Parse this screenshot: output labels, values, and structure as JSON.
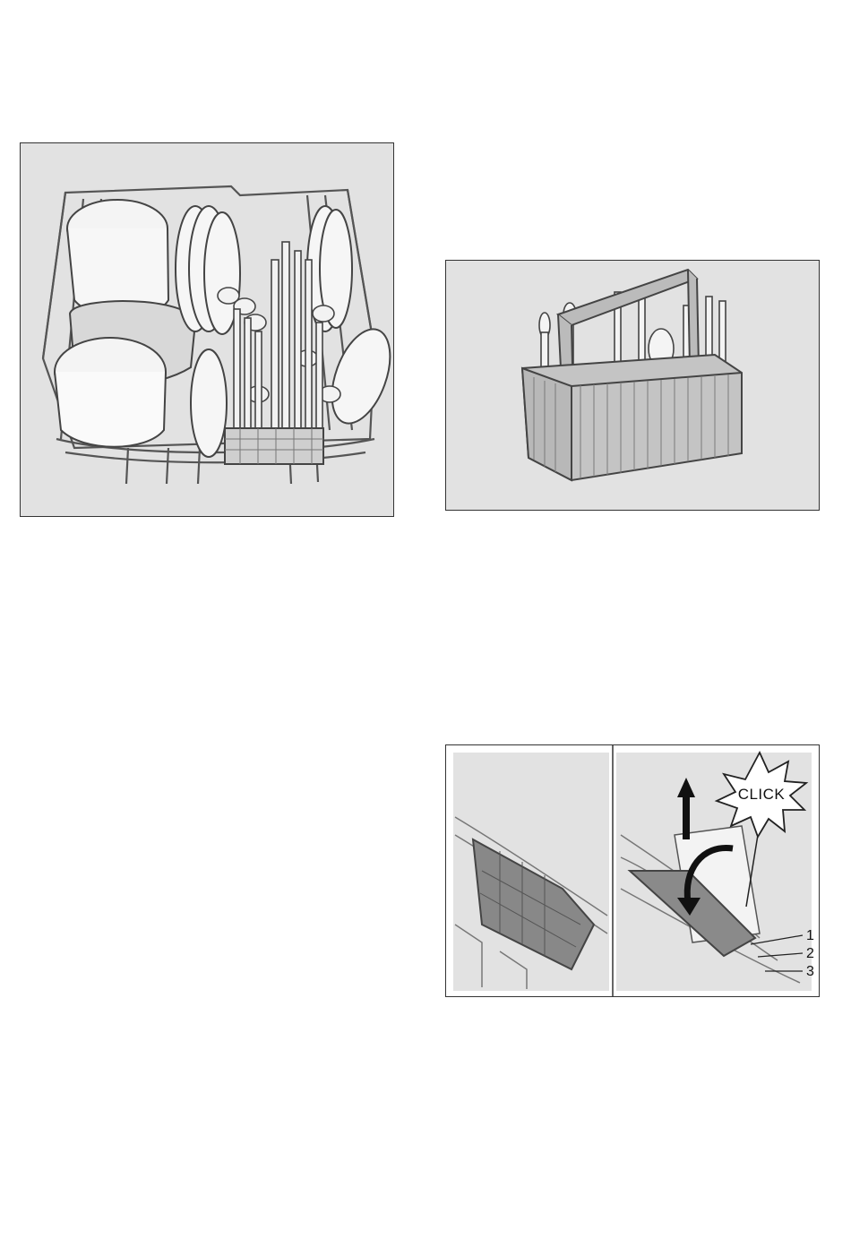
{
  "figures": {
    "upper_rack": {},
    "cutlery_basket": {},
    "rack_insert": {
      "click_label": "CLICK",
      "callouts": [
        "1",
        "2",
        "3"
      ]
    }
  }
}
